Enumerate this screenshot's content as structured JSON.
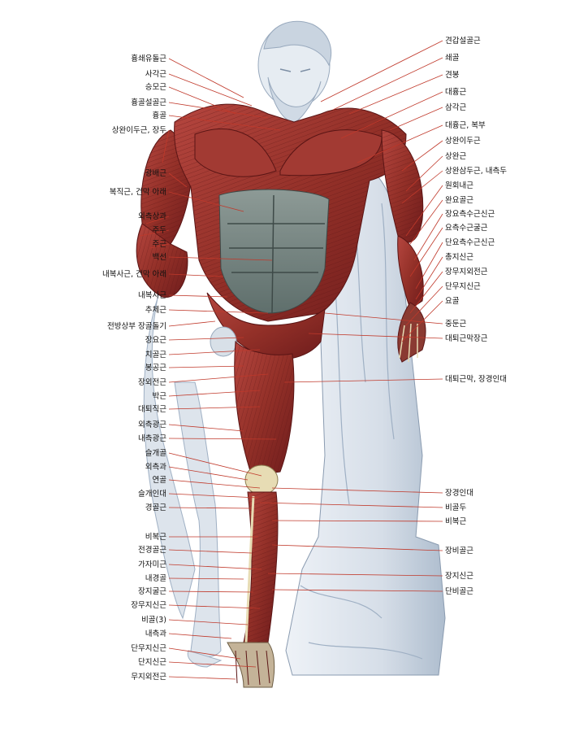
{
  "labels_left": [
    "흉쇄유돌근",
    "사각근",
    "승모근",
    "흉골설골근",
    "흉골",
    "상완이두근, 장두",
    "광배근",
    "복직근, 건막 아래",
    "외측상과",
    "주두",
    "주근",
    "백선",
    "내복사근, 건막 아래",
    "내복사근",
    "추체근",
    "전방상부 장골돌기",
    "장요근",
    "치골근",
    "봉공근",
    "장외전근",
    "박근",
    "대퇴직근",
    "외측광근",
    "내측광근",
    "슬개골",
    "외측과",
    "연골",
    "슬개인대",
    "경골근",
    "비복근",
    "전경골근",
    "가자미근",
    "내경골",
    "장지굴근",
    "장무지신근",
    "비골(3)",
    "내측과",
    "단무지신근",
    "단지신근",
    "무지외전근"
  ],
  "labels_right": [
    "견갑설골근",
    "쇄골",
    "견봉",
    "대흉근",
    "삼각근",
    "대흉근, 복부",
    "상완이두근",
    "상완근",
    "상완삼두근, 내측두",
    "원회내근",
    "완요골근",
    "장요측수근신근",
    "요측수근굴근",
    "단요측수근신근",
    "총지신근",
    "장무지외전근",
    "단무지신근",
    "요골",
    "중둔근",
    "대퇴근막장근",
    "대퇴근막, 장경인대",
    "장경인대",
    "비골두",
    "비복근",
    "장비골근",
    "장지신근",
    "단비골근"
  ],
  "colors": {
    "muscle": "#9c3030",
    "muscle_dark": "#6e1c1c",
    "muscle_light": "#c25a4e",
    "tendon": "#e7dcb4",
    "stone": "#d9e1ea",
    "stone_shadow": "#9fb0c4",
    "leader": "#c0392b",
    "text": "#111111"
  }
}
